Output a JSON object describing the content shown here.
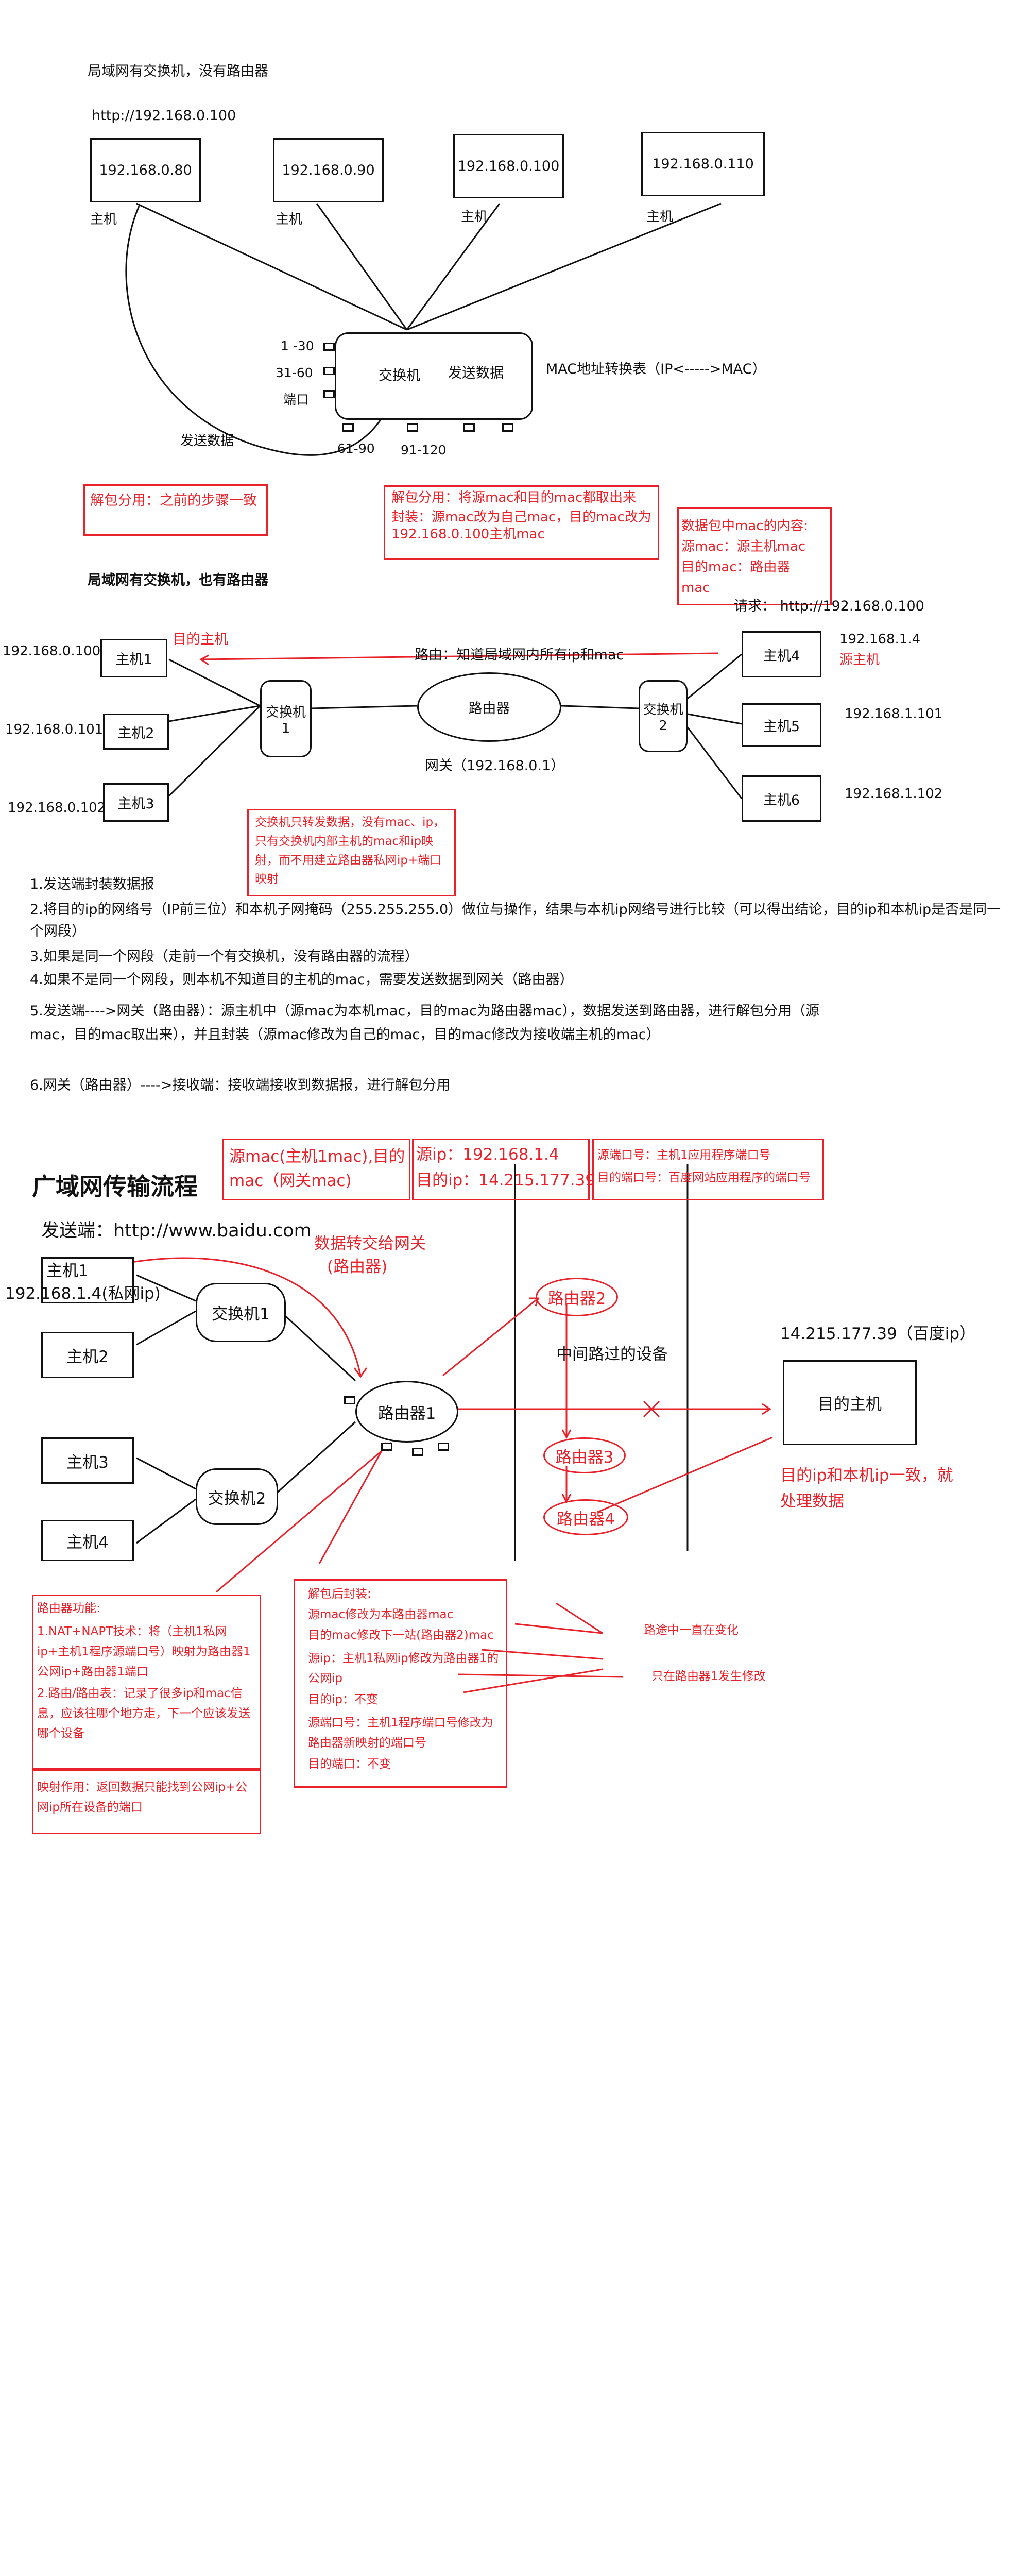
{
  "sec1": {
    "title": "局域网有交换机，没有路由器",
    "url": "http://192.168.0.100",
    "hosts": [
      "192.168.0.80",
      "192.168.0.90",
      "192.168.0.100",
      "192.168.0.110"
    ],
    "host_label": "主机",
    "switch_label": "交换机",
    "send_label": "发送数据",
    "mac_table": "MAC地址转换表（IP<----->MAC）",
    "ports": [
      "1 -30",
      "31-60",
      "端口",
      "61-90",
      "91-120"
    ],
    "send_data": "发送数据"
  },
  "sec2": {
    "title": "局域网有交换机，也有路由器",
    "note_unpack": "解包分用：之前的步骤一致",
    "note_router_unpack_1": "解包分用：将源mac和目的mac都取出来",
    "note_router_unpack_2": "封装：源mac改为自己mac，目的mac改为192.168.0.100主机mac",
    "note_packet_1": "数据包中mac的内容:",
    "note_packet_2": "源mac：源主机mac",
    "note_packet_3": "目的mac：路由器",
    "note_packet_4": "mac",
    "request": "请求：  http://192.168.0.100",
    "target_host": "目的主机",
    "source_host": "源主机",
    "route_text": "路由：知道局域网内所有ip和mac",
    "router": "路由器",
    "gateway": "网关（192.168.0.1）",
    "left_ips": [
      "192.168.0.100",
      "192.168.0.101",
      "192.168.0.102"
    ],
    "left_hosts": [
      "主机1",
      "主机2",
      "主机3"
    ],
    "right_ips": [
      "192.168.1.4",
      "192.168.1.101",
      "192.168.1.102"
    ],
    "right_hosts": [
      "主机4",
      "主机5",
      "主机6"
    ],
    "switch1": "交换机 1",
    "switch2": "交换机 2",
    "switch_note": "交换机只转发数据，没有mac、ip，只有交换机内部主机的mac和ip映射，而不用建立路由器私网ip+端口映射"
  },
  "steps": [
    "1.发送端封装数据报",
    "2.将目的ip的网络号（IP前三位）和本机子网掩码（255.255.255.0）做位与操作，结果与本机ip网络号进行比较（可以得出结论，目的ip和本机ip是否是同一个网段）",
    "3.如果是同一个网段（走前一个有交换机，没有路由器的流程）",
    "4.如果不是同一个网段，则本机不知道目的主机的mac，需要发送数据到网关（路由器）",
    "5.发送端---->网关（路由器）：源主机中（源mac为本机mac，目的mac为路由器mac），数据发送到路由器，进行解包分用（源mac，目的mac取出来），并且封装（源mac修改为自己的mac，目的mac修改为接收端主机的mac）",
    "6.网关（路由器）---->接收端：接收端接收到数据报，进行解包分用"
  ],
  "sec3": {
    "title": "广域网传输流程",
    "box_mac": "源mac(主机1mac),目的mac（网关mac)",
    "box_ip_1": "源ip：192.168.1.4",
    "box_ip_2": "目的ip：14.215.177.39",
    "box_port_1": "源端口号：主机1应用程序端口号",
    "box_port_2": "目的端口号：百度网站应用程序的端口号",
    "sender": "发送端：http://www.baidu.com",
    "host1_ip": "192.168.1.4(私网ip)",
    "hosts": [
      "主机1",
      "主机2",
      "主机3",
      "主机4"
    ],
    "switch1": "交换机1",
    "switch2": "交换机2",
    "router1": "路由器1",
    "to_gateway_1": "数据转交给网关",
    "to_gateway_2": "(路由器)",
    "routers": [
      "路由器2",
      "路由器3",
      "路由器4"
    ],
    "middle": "中间路过的设备",
    "baidu_ip": "14.215.177.39（百度ip）",
    "target": "目的主机",
    "match_1": "目的ip和本机ip一致，就",
    "match_2": "处理数据",
    "func_title": "路由器功能:",
    "func_1": "1.NAT+NAPT技术：将（主机1私网ip+主机1程序源端口号）映射为路由器1公网ip+路由器1端口",
    "func_2": "2.路由/路由表：记录了很多ip和mac信息，应该往哪个地方走，下一个应该发送哪个设备",
    "map_note": "映射作用：返回数据只能找到公网ip+公网ip所在设备的端口",
    "unpack_title": "解包后封装:",
    "unpack_lines": [
      "源mac修改为本路由器mac",
      "目的mac修改下一站(路由器2)mac",
      "源ip：主机1私网ip修改为路由器1的公网ip",
      "目的ip：不变",
      "源端口号：主机1程序端口号修改为路由器新映射的端口号",
      "目的端口：不变"
    ],
    "always_change": "路途中一直在变化",
    "only_router1": "只在路由器1发生修改"
  }
}
